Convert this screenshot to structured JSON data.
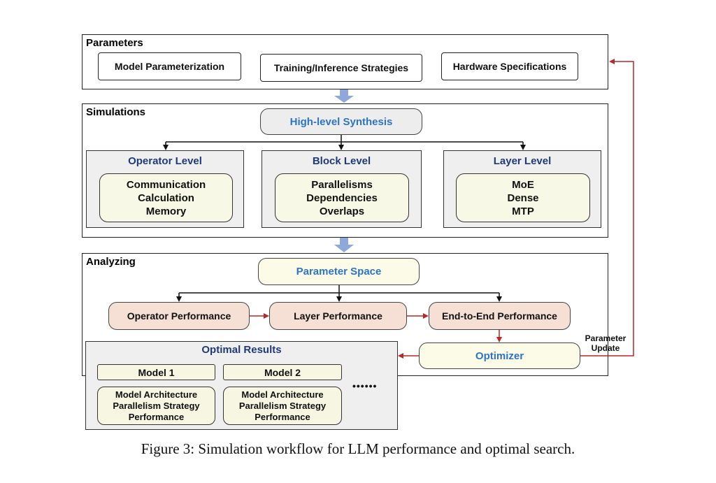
{
  "parameters": {
    "title": "Parameters",
    "items": [
      "Model Parameterization",
      "Training/Inference Strategies",
      "Hardware Specifications"
    ]
  },
  "simulations": {
    "title": "Simulations",
    "synthesis": "High-level Synthesis",
    "levels": [
      {
        "title": "Operator Level",
        "items": [
          "Communication",
          "Calculation",
          "Memory"
        ]
      },
      {
        "title": "Block Level",
        "items": [
          "Parallelisms",
          "Dependencies",
          "Overlaps"
        ]
      },
      {
        "title": "Layer Level",
        "items": [
          "MoE",
          "Dense",
          "MTP"
        ]
      }
    ]
  },
  "analyzing": {
    "title": "Analyzing",
    "space": "Parameter Space",
    "performance": [
      "Operator Performance",
      "Layer Performance",
      "End-to-End Performance"
    ],
    "optimizer": "Optimizer",
    "update_label": [
      "Parameter",
      "Update"
    ]
  },
  "optimal_results": {
    "title": "Optimal Results",
    "models": [
      {
        "name": "Model 1",
        "details": [
          "Model Architecture",
          "Parallelism Strategy",
          "Performance"
        ]
      },
      {
        "name": "Model 2",
        "details": [
          "Model Architecture",
          "Parallelism Strategy",
          "Performance"
        ]
      }
    ],
    "ellipsis": "••••••"
  },
  "caption": "Figure 3: Simulation workflow for LLM performance and optimal search.",
  "colors": {
    "flow_arrow": "#8fa8dc",
    "feedback": "#b22a2a",
    "accent_text": "#2e74c4",
    "level_title": "#1f3a7a"
  }
}
